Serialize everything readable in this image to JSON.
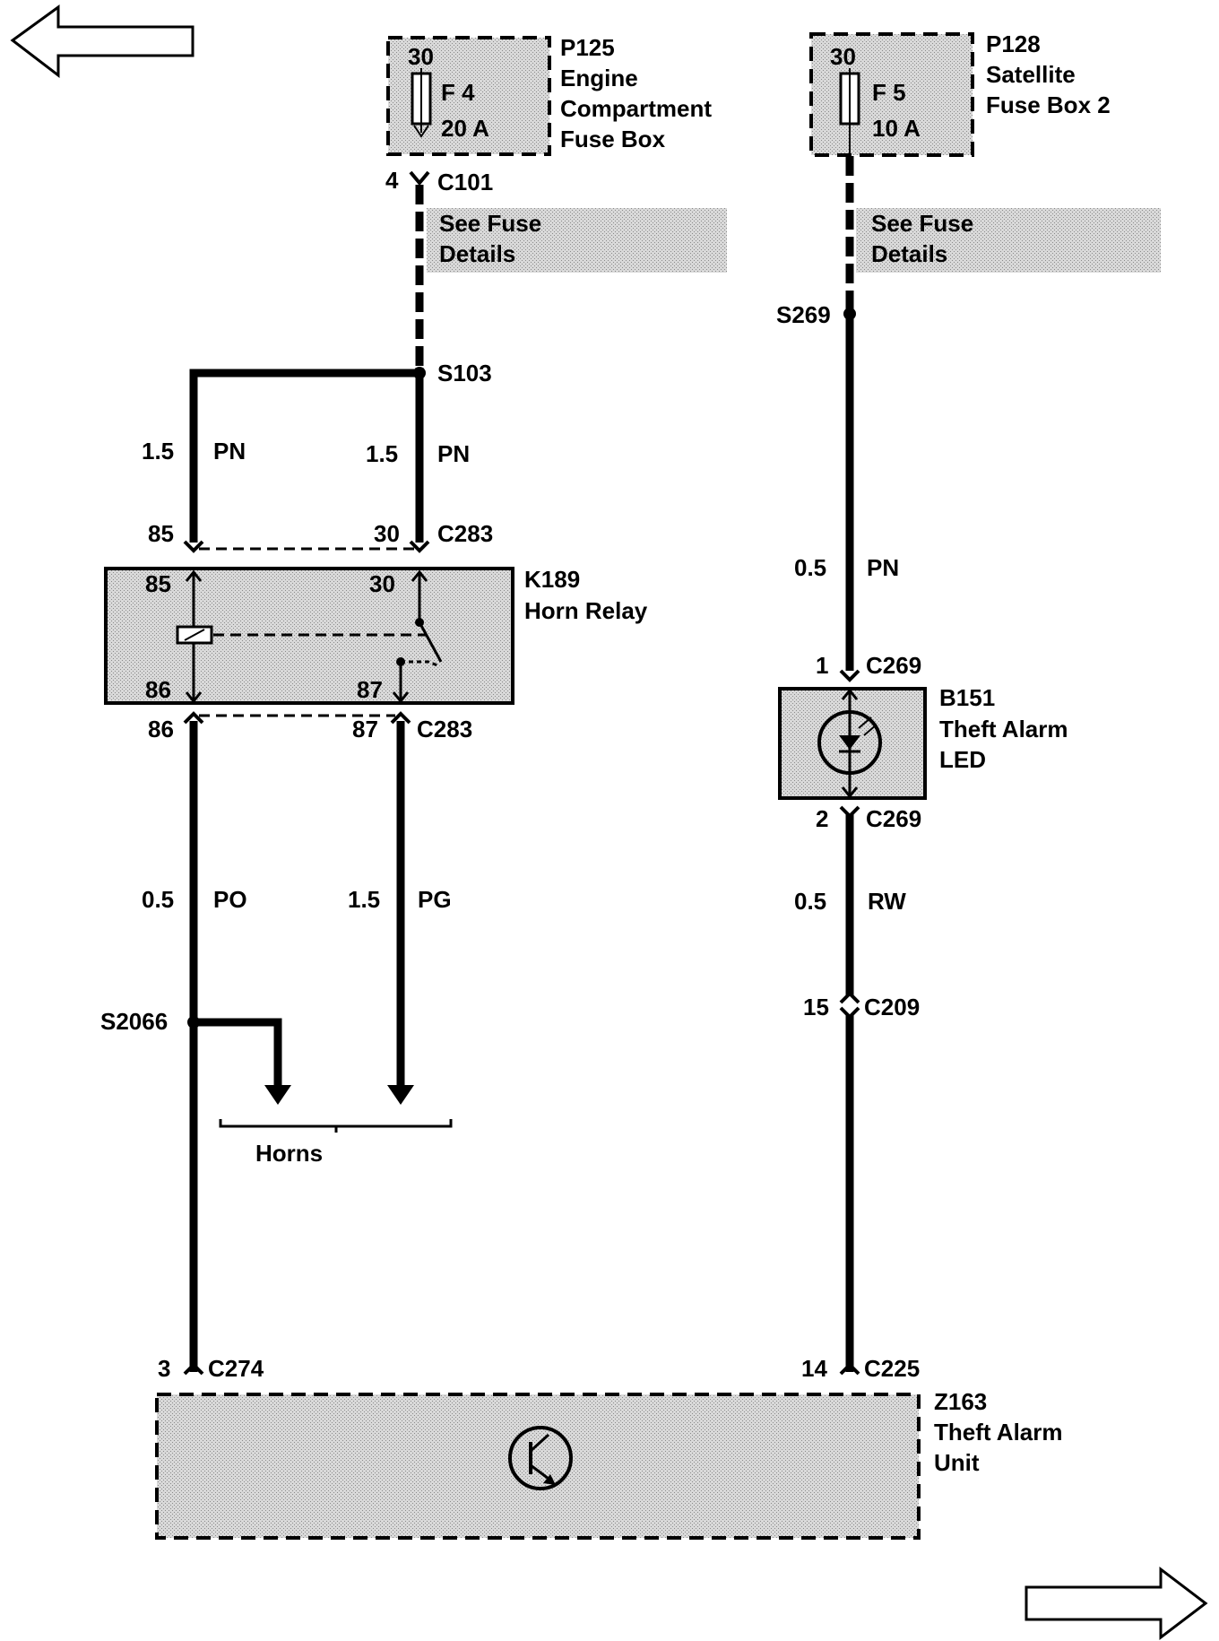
{
  "nav": {
    "prev_arrow": "left-arrow",
    "next_arrow": "right-arrow"
  },
  "fuse_box_1": {
    "pin": "30",
    "fuse": "F 4",
    "rating": "20 A",
    "id": "P125",
    "name_line1": "Engine",
    "name_line2": "Compartment",
    "name_line3": "Fuse Box"
  },
  "fuse_box_2": {
    "pin": "30",
    "fuse": "F 5",
    "rating": "10 A",
    "id": "P128",
    "name_line1": "Satellite",
    "name_line2": "Fuse Box 2"
  },
  "fuse_details_1": {
    "line1": "See Fuse",
    "line2": "Details"
  },
  "fuse_details_2": {
    "line1": "See Fuse",
    "line2": "Details"
  },
  "connectors": {
    "c101_pin": "4",
    "c101": "C101",
    "s103": "S103",
    "s269": "S269",
    "c283_top_pin_85": "85",
    "c283_top_pin_30": "30",
    "c283_top": "C283",
    "c283_bot_pin_86": "86",
    "c283_bot_pin_87": "87",
    "c283_bot": "C283",
    "c269_top_pin": "1",
    "c269_top": "C269",
    "c269_bot_pin": "2",
    "c269_bot": "C269",
    "c209_pin": "15",
    "c209": "C209",
    "s2066": "S2066",
    "c274_pin": "3",
    "c274": "C274",
    "c225_pin": "14",
    "c225": "C225"
  },
  "wires": {
    "left_top_size": "1.5",
    "left_top_color": "PN",
    "right_top_size": "1.5",
    "right_top_color": "PN",
    "led_feed_size": "0.5",
    "led_feed_color": "PN",
    "po_size": "0.5",
    "po_color": "PO",
    "pg_size": "1.5",
    "pg_color": "PG",
    "rw_size": "0.5",
    "rw_color": "RW"
  },
  "relay": {
    "id": "K189",
    "name": "Horn Relay",
    "pin_85": "85",
    "pin_30": "30",
    "pin_86": "86",
    "pin_87": "87"
  },
  "led": {
    "id": "B151",
    "name_line1": "Theft Alarm",
    "name_line2": "LED"
  },
  "horns": {
    "label": "Horns"
  },
  "alarm_unit": {
    "id": "Z163",
    "name_line1": "Theft Alarm",
    "name_line2": "Unit"
  }
}
